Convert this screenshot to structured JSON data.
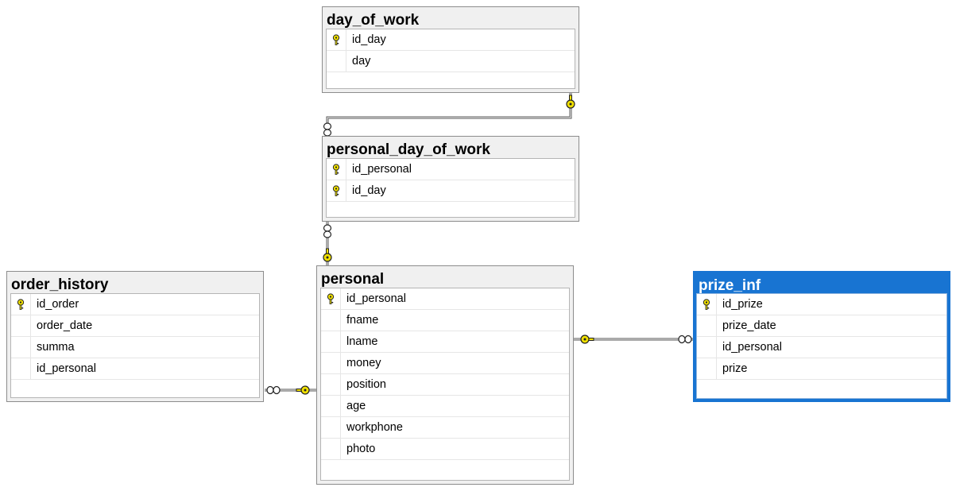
{
  "tables": {
    "day_of_work": {
      "name": "day_of_work",
      "columns": [
        "id_day",
        "day"
      ],
      "keys": [
        true,
        false
      ]
    },
    "personal_day_of_work": {
      "name": "personal_day_of_work",
      "columns": [
        "id_personal",
        "id_day"
      ],
      "keys": [
        true,
        true
      ]
    },
    "order_history": {
      "name": "order_history",
      "columns": [
        "id_order",
        "order_date",
        "summa",
        "id_personal"
      ],
      "keys": [
        true,
        false,
        false,
        false
      ]
    },
    "personal": {
      "name": "personal",
      "columns": [
        "id_personal",
        "fname",
        "lname",
        "money",
        "position",
        "age",
        "workphone",
        "photo"
      ],
      "keys": [
        true,
        false,
        false,
        false,
        false,
        false,
        false,
        false
      ]
    },
    "prize_inf": {
      "name": "prize_inf",
      "columns": [
        "id_prize",
        "prize_date",
        "id_personal",
        "prize"
      ],
      "keys": [
        true,
        false,
        false,
        false
      ],
      "selected": true
    }
  },
  "relationships": [
    {
      "from": "personal_day_of_work",
      "to": "day_of_work",
      "many_end": "personal_day_of_work",
      "one_end": "day_of_work"
    },
    {
      "from": "personal_day_of_work",
      "to": "personal",
      "many_end": "personal_day_of_work",
      "one_end": "personal"
    },
    {
      "from": "order_history",
      "to": "personal",
      "many_end": "order_history",
      "one_end": "personal"
    },
    {
      "from": "prize_inf",
      "to": "personal",
      "many_end": "prize_inf",
      "one_end": "personal"
    }
  ],
  "colors": {
    "selected_header": "#1874d2",
    "key_fill": "#f0e000",
    "line": "#606060"
  }
}
